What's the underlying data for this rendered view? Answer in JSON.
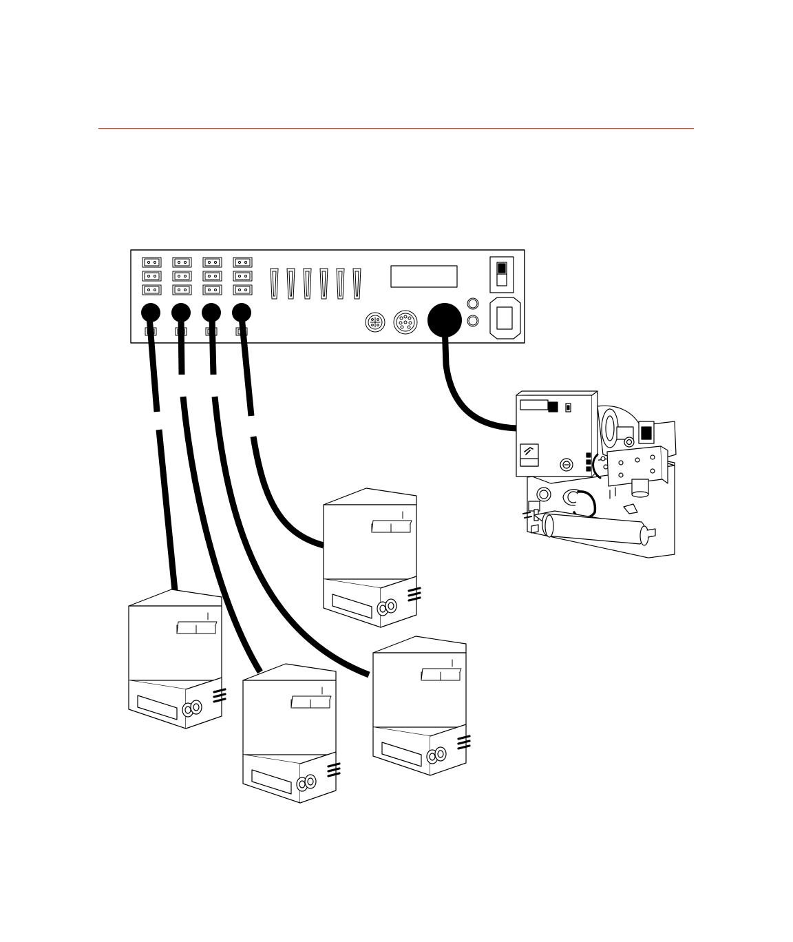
{
  "page": {
    "rule_color": "#d9473f",
    "line_color": "#000000",
    "background": "#ffffff"
  },
  "controller": {
    "icon": "controller-front-panel",
    "channel_count": 4,
    "sockets_per_channel": 3,
    "slot_connector_count": 6
  },
  "cables": {
    "count": 5,
    "color": "#000000"
  },
  "heaters": {
    "count": 4,
    "icon": "heater-unit"
  },
  "pump_unit": {
    "icon": "hydraulic-pump-unit"
  }
}
